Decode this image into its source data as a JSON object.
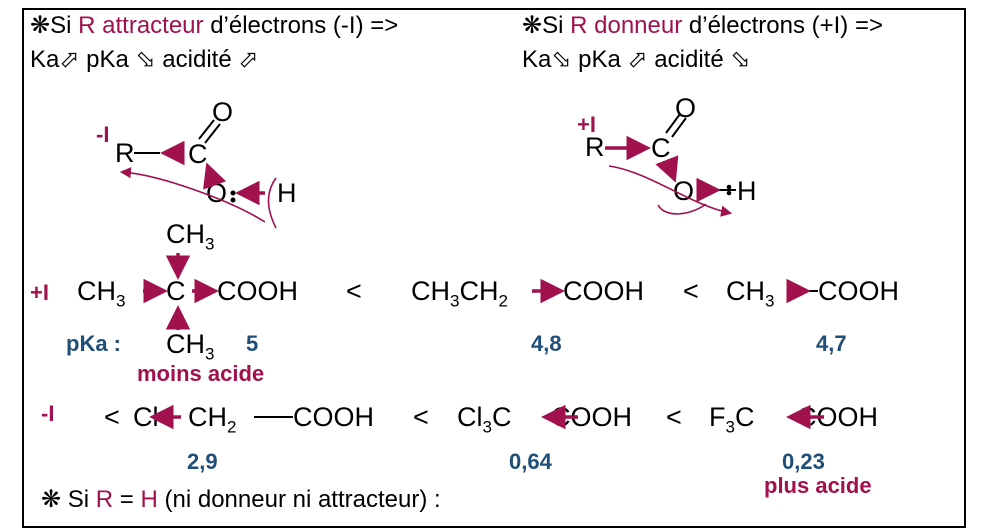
{
  "colors": {
    "accent": "#a0114d",
    "pka_blue": "#1f4e79"
  },
  "icons": {
    "bullet": "star-bullet-icon",
    "up_arrow": "up-diagonal-arrow-icon",
    "down_arrow": "down-diagonal-arrow-icon"
  },
  "left_rule": {
    "bullet": "❋",
    "prefix": "Si ",
    "r": "R",
    "word": "attracteur",
    "suffix": " d’électrons (-I) =>",
    "line2": [
      {
        "text": "Ka"
      },
      {
        "arrow": "⬀"
      },
      {
        "text": "pKa"
      },
      {
        "arrow": "⬂"
      },
      {
        "text": "acidité"
      },
      {
        "arrow": "⬀"
      }
    ]
  },
  "right_rule": {
    "bullet": "❋",
    "prefix": "Si ",
    "r": "R",
    "word": "donneur",
    "suffix": " d’électrons (+I) =>",
    "line2": [
      {
        "text": "Ka"
      },
      {
        "arrow": "⬂"
      },
      {
        "text": "pKa"
      },
      {
        "arrow": "⬀"
      },
      {
        "text": "acidité"
      },
      {
        "arrow": "⬂"
      }
    ]
  },
  "left_scheme": {
    "effect": "-I",
    "r": "R",
    "c": "C",
    "o_top": "O",
    "o": "O",
    "h": "H"
  },
  "right_scheme": {
    "effect": "+I",
    "r": "R",
    "c": "C",
    "o_top": "O",
    "o": "O",
    "h": "H"
  },
  "donor_row": {
    "effect": "+I",
    "pka_label": "pKa :",
    "mol1": {
      "ch3_top": "CH3",
      "ch3_left": "CH3",
      "c": "C",
      "cooh": "COOH",
      "ch3_bottom": "CH3",
      "pka": "5"
    },
    "lt1": "<",
    "mol2": {
      "text": "CH3CH2",
      "cooh": "COOH",
      "pka": "4,8"
    },
    "lt2": "<",
    "mol3": {
      "ch3": "CH3",
      "cooh": "COOH",
      "pka": "4,7"
    },
    "note": "moins acide"
  },
  "attractor_row": {
    "effect": "-I",
    "lt0": "<",
    "mol1": {
      "cl": "Cl",
      "ch2": "CH2",
      "cooh": "COOH",
      "pka": "2,9"
    },
    "lt1": "<",
    "mol2": {
      "cl3c": "Cl3C",
      "cooh": "COOH",
      "pka": "0,64"
    },
    "lt2": "<",
    "mol3": {
      "f3c": "F3C",
      "cooh": "COOH",
      "pka": "0,23"
    },
    "note": "plus acide"
  },
  "bottom_rule": {
    "bullet": "❋",
    "prefix": "Si ",
    "r": "R",
    "mid": " = ",
    "h": "H",
    "suffix": " (ni donneur ni attracteur) :"
  }
}
